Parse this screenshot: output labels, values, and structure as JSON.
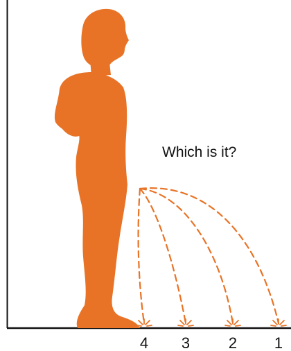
{
  "question": "Which is it?",
  "markers": [
    "4",
    "3",
    "2",
    "1"
  ],
  "colors": {
    "figure": "#e87326",
    "stream": "#e87326",
    "axis": "#111111",
    "text": "#111111"
  }
}
